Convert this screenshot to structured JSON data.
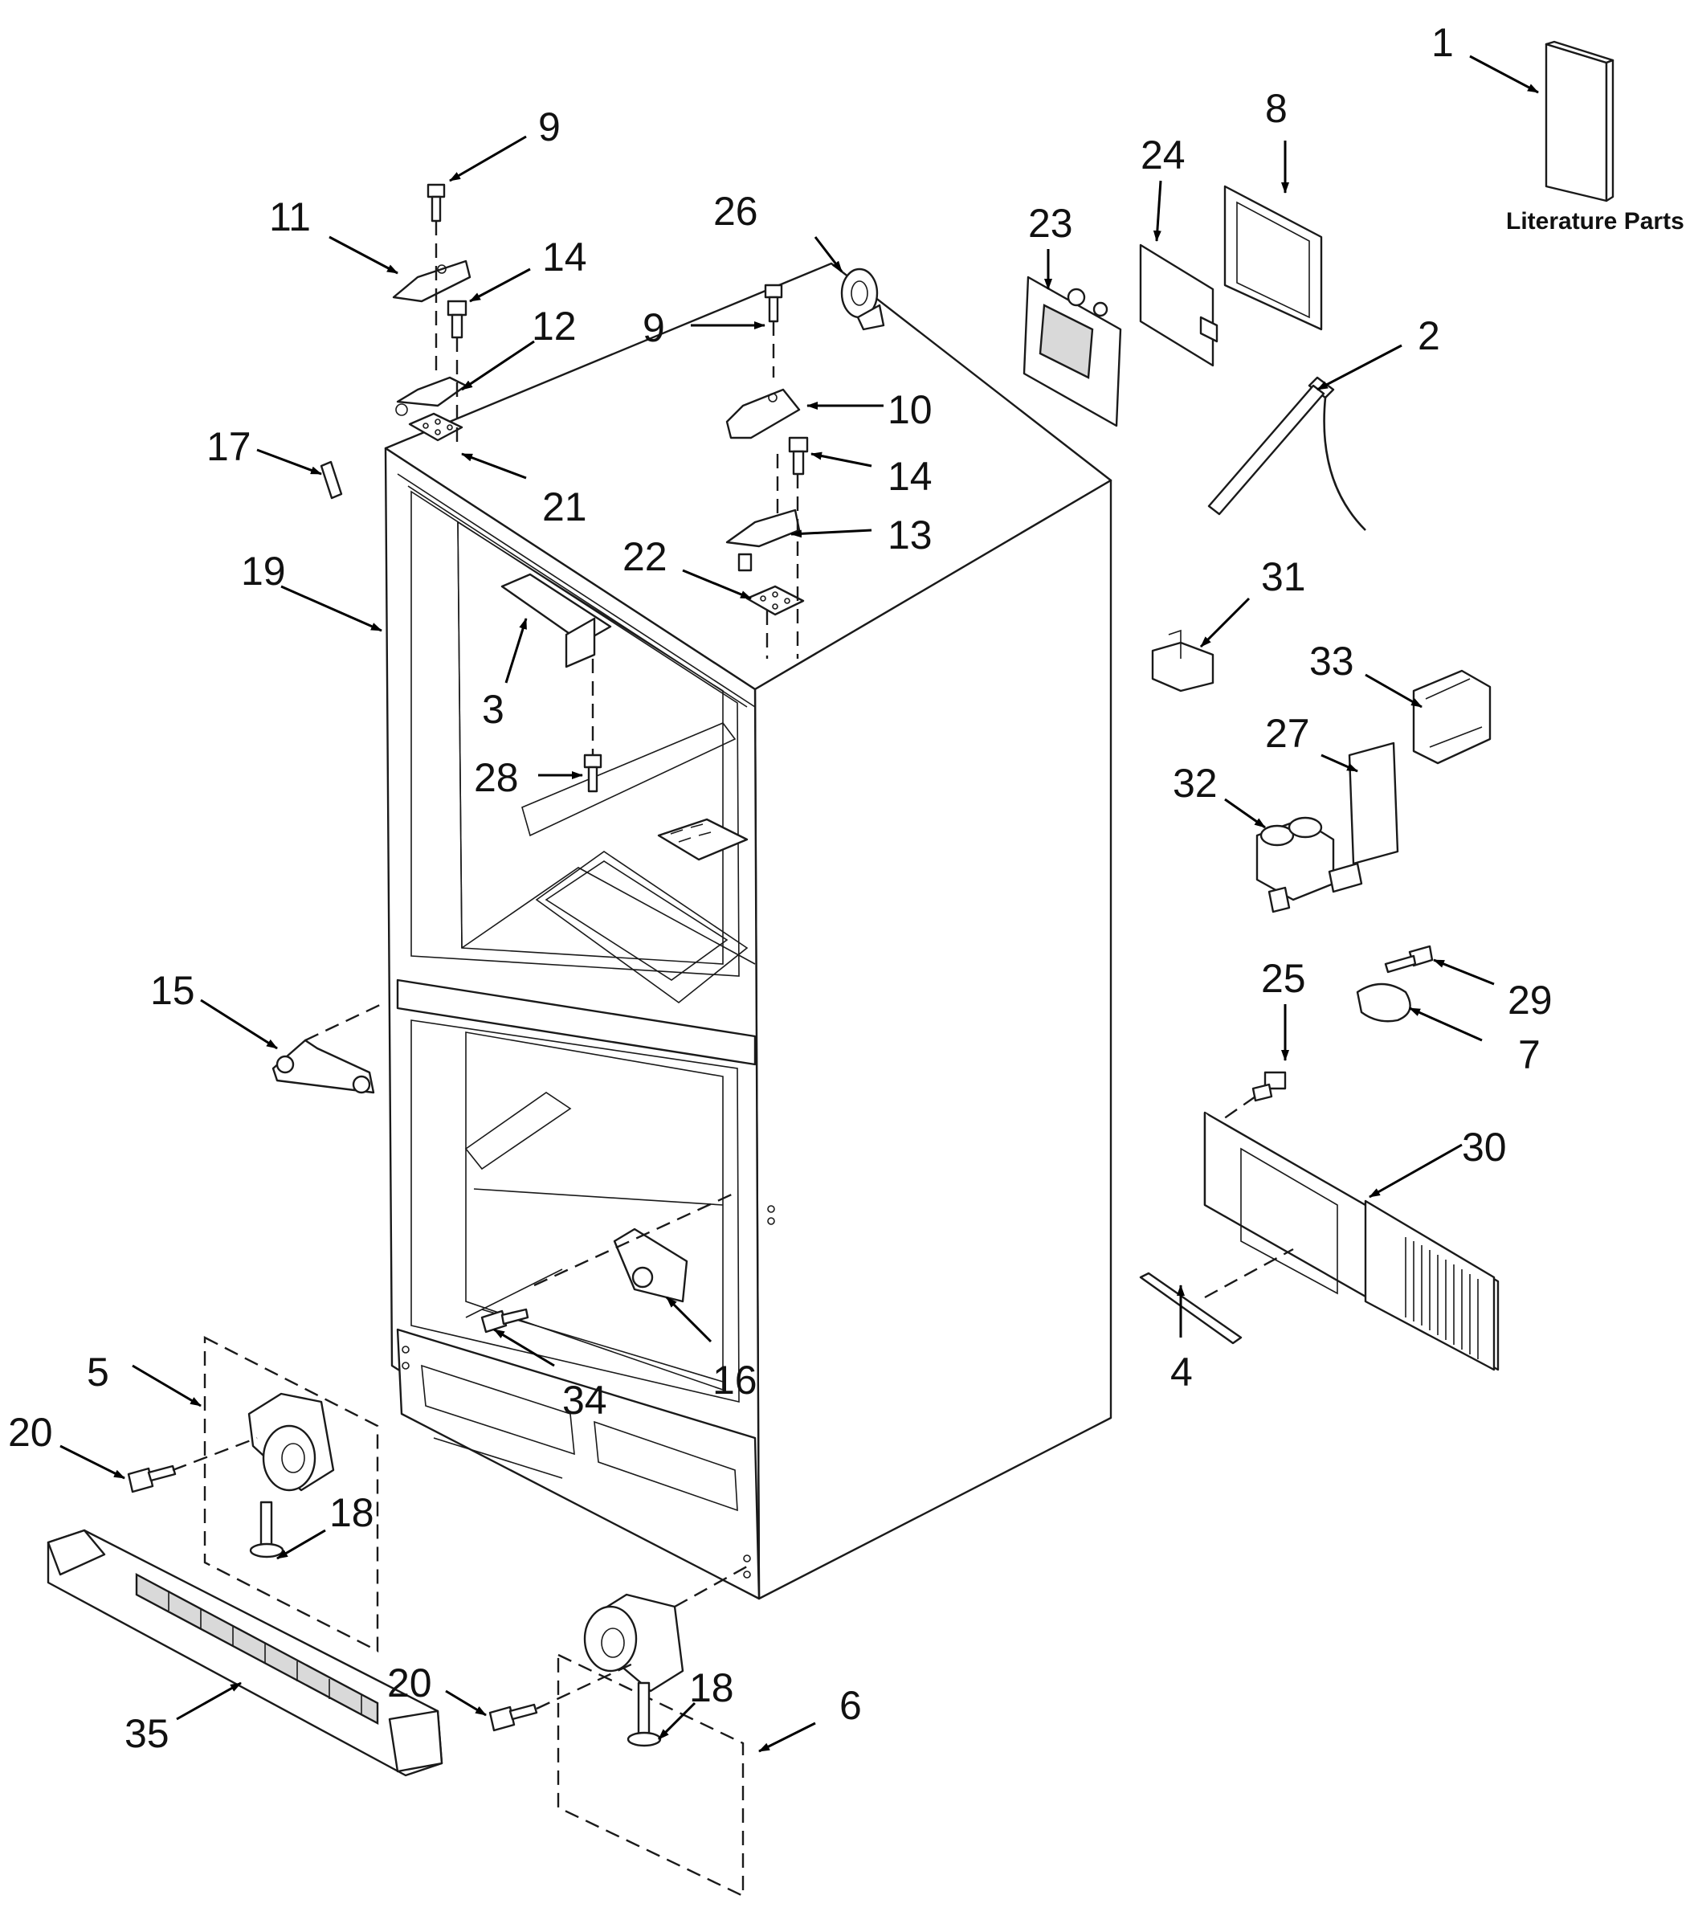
{
  "literature_label": "Literature Parts",
  "callouts": {
    "c1": "1",
    "c2": "2",
    "c3": "3",
    "c4": "4",
    "c5": "5",
    "c6": "6",
    "c7": "7",
    "c8": "8",
    "c9a": "9",
    "c9b": "9",
    "c10": "10",
    "c11": "11",
    "c12": "12",
    "c13": "13",
    "c14a": "14",
    "c14b": "14",
    "c15": "15",
    "c16": "16",
    "c17": "17",
    "c18a": "18",
    "c18b": "18",
    "c19": "19",
    "c20a": "20",
    "c20b": "20",
    "c21": "21",
    "c22": "22",
    "c23": "23",
    "c24": "24",
    "c25": "25",
    "c26": "26",
    "c27": "27",
    "c28": "28",
    "c29": "29",
    "c30": "30",
    "c31": "31",
    "c32": "32",
    "c33": "33",
    "c34": "34",
    "c35": "35"
  }
}
